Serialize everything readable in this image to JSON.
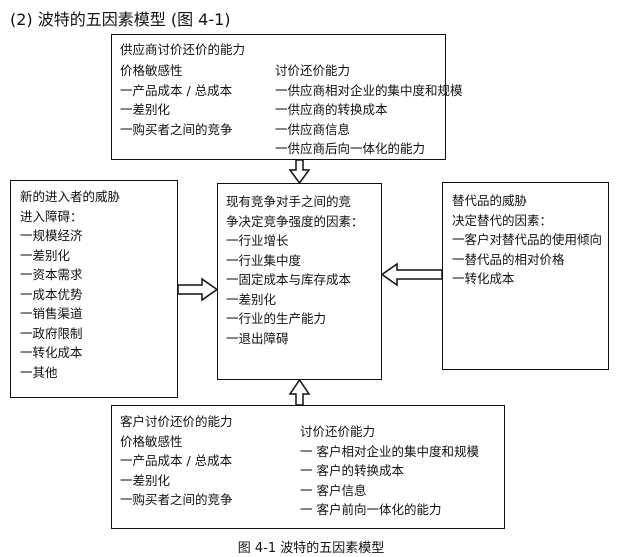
{
  "title": "(2) 波特的五因素模型 (图 4-1)",
  "supplier": {
    "heading": "供应商讨价还价的能力",
    "left": [
      "价格敏感性",
      "一产品成本 / 总成本",
      "一差别化",
      "一购买者之间的竞争"
    ],
    "right": [
      "讨价还价能力",
      "一供应商相对企业的集中度和规模",
      "一供应商的转换成本",
      "一供应商信息",
      "一供应商后向一体化的能力"
    ]
  },
  "entrants": {
    "lines": [
      "新的进入者的威胁",
      "进入障碍：",
      "一规模经济",
      "一差别化",
      "一资本需求",
      "一成本优势",
      "一销售渠道",
      "一政府限制",
      "一转化成本",
      "一其他"
    ]
  },
  "rivalry": {
    "lines": [
      "现有竞争对手之间的竞",
      "争决定竞争强度的因素：",
      "一行业增长",
      "一行业集中度",
      "一固定成本与库存成本",
      "一差别化",
      "一行业的生产能力",
      "一退出障碍"
    ]
  },
  "substitutes": {
    "lines": [
      "替代品的威胁",
      "决定替代的因素：",
      "一客户对替代品的使用倾向",
      "一替代品的相对价格",
      "一转化成本"
    ]
  },
  "buyer": {
    "left": [
      "客户讨价还价的能力",
      "价格敏感性",
      "一产品成本 / 总成本",
      "一差别化",
      "一购买者之间的竞争"
    ],
    "right": [
      "讨价还价能力",
      "一 客户相对企业的集中度和规模",
      "一 客户的转换成本",
      "一 客户信息",
      "一 客户前向一体化的能力"
    ]
  },
  "caption": "图 4-1    波特的五因素模型"
}
